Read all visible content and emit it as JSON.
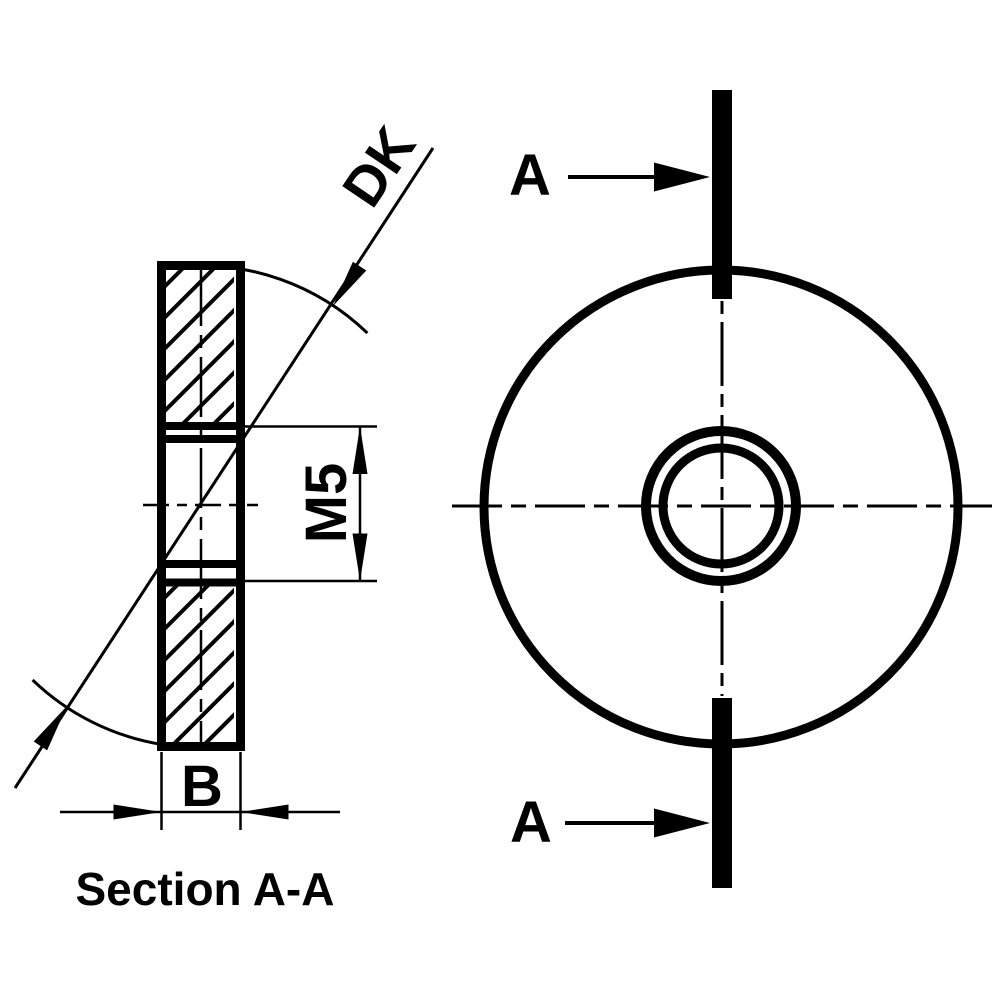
{
  "drawing": {
    "caption": "Section A-A",
    "labels": {
      "outer_diameter": "DK",
      "thread": "M5",
      "thickness": "B",
      "cut_top": "A",
      "cut_bottom": "A"
    },
    "colors": {
      "line": "#000000",
      "background": "#ffffff"
    }
  }
}
